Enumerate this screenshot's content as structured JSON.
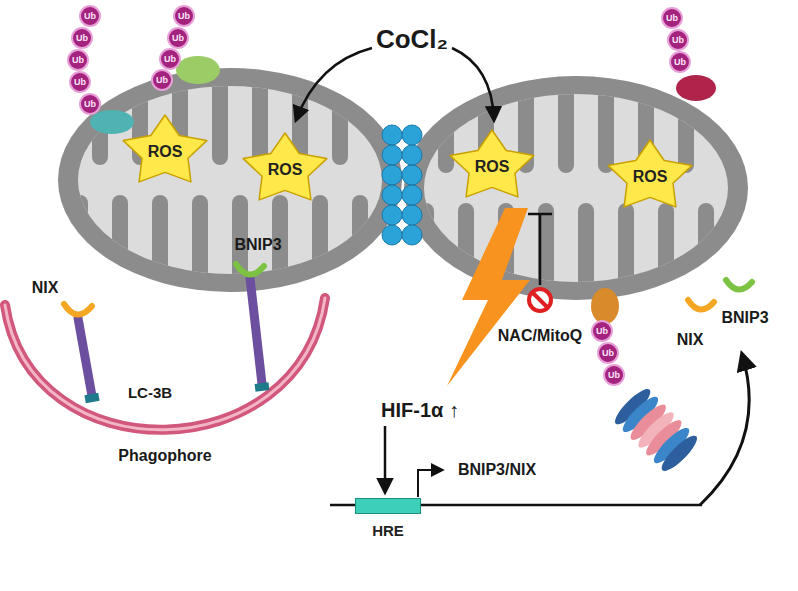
{
  "diagram": {
    "nodes": [
      {
        "text": [
          "Ub"
        ]
      },
      {
        "text": [
          "Ub"
        ]
      },
      {
        "text": [
          "Ub"
        ]
      },
      {
        "text": [
          "Ub"
        ]
      },
      {
        "text": [
          "Ub"
        ]
      },
      {
        "text": [
          "Ub"
        ]
      },
      {
        "text": [
          "Ub"
        ]
      },
      {
        "text": [
          "Ub"
        ]
      },
      {
        "text": [
          "Ub"
        ]
      },
      {
        "text": [
          "Ub"
        ]
      },
      {
        "text": [
          "Ub"
        ]
      },
      {
        "text": [
          "Ub"
        ]
      },
      {
        "text": [
          "ROS"
        ]
      },
      {
        "text": [
          "ROS"
        ]
      },
      {
        "text": [
          "ROS"
        ]
      },
      {
        "text": [
          "ROS"
        ]
      },
      {
        "text": [
          "Ub"
        ]
      },
      {
        "text": [
          "Ub"
        ]
      },
      {
        "text": [
          "Ub"
        ]
      },
      {
        "text": [
          "HRE"
        ]
      }
    ],
    "labels": [
      "CoCl₂",
      "BNIP3",
      "NIX",
      "LC-3B",
      "Phagophore",
      "NAC/MitoQ",
      "BNIP3",
      "NIX",
      "HIF-1α ↑",
      "BNIP3/NIX"
    ]
  }
}
